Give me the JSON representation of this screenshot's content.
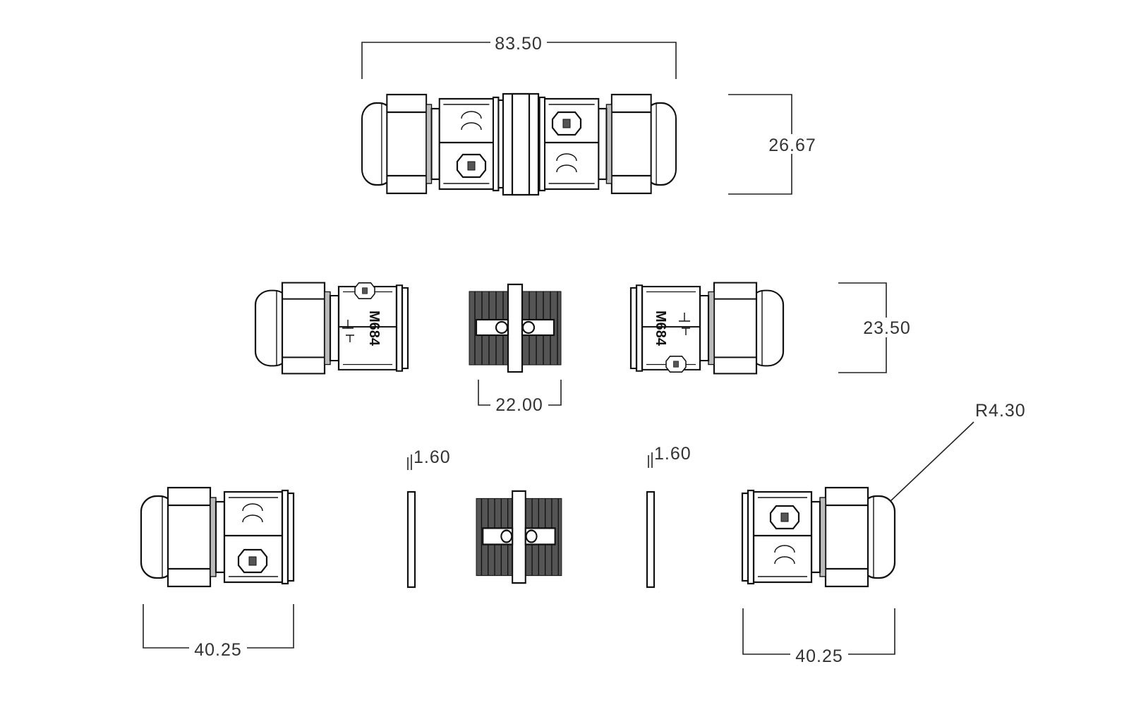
{
  "drawing": {
    "dimensions": {
      "overall_length": "83.50",
      "overall_height": "26.67",
      "side_height": "23.50",
      "coupling_length": "22.00",
      "washer_thickness_left": "1.60",
      "washer_thickness_right": "1.60",
      "half_length_left": "40.25",
      "half_length_right": "40.25",
      "cap_radius": "R4.30"
    },
    "part_marking": "M684",
    "colors": {
      "line": "#111111",
      "dimension_text": "#333333"
    }
  }
}
